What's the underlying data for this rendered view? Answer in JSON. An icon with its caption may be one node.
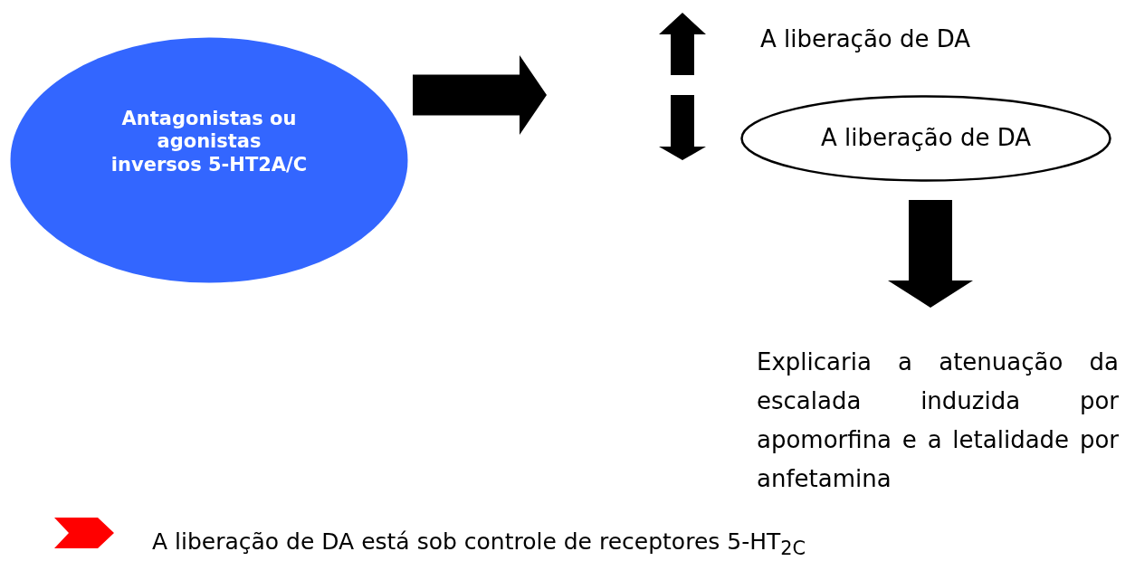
{
  "diagram": {
    "nodes": [
      {
        "text": [
          "Antagonistas ou agonistas inversos 5-HT2A/C"
        ]
      },
      {
        "text": [
          "A liberação de DA"
        ]
      },
      {
        "text": [
          "A liberação de DA"
        ]
      },
      {
        "text": [
          "Explicaria a atenuação da escalada induzida por apomorfina e a letalidade por anfetamina"
        ]
      }
    ],
    "edges": [
      {
        "from": 0,
        "to": null,
        "arrow": "to",
        "style": "thick"
      },
      {
        "from": 2,
        "to": 3,
        "arrow": "to",
        "style": "thick"
      }
    ],
    "labels": [
      "A liberação de DA está sob controle de receptores 5-HT$_{2C}$"
    ]
  }
}
